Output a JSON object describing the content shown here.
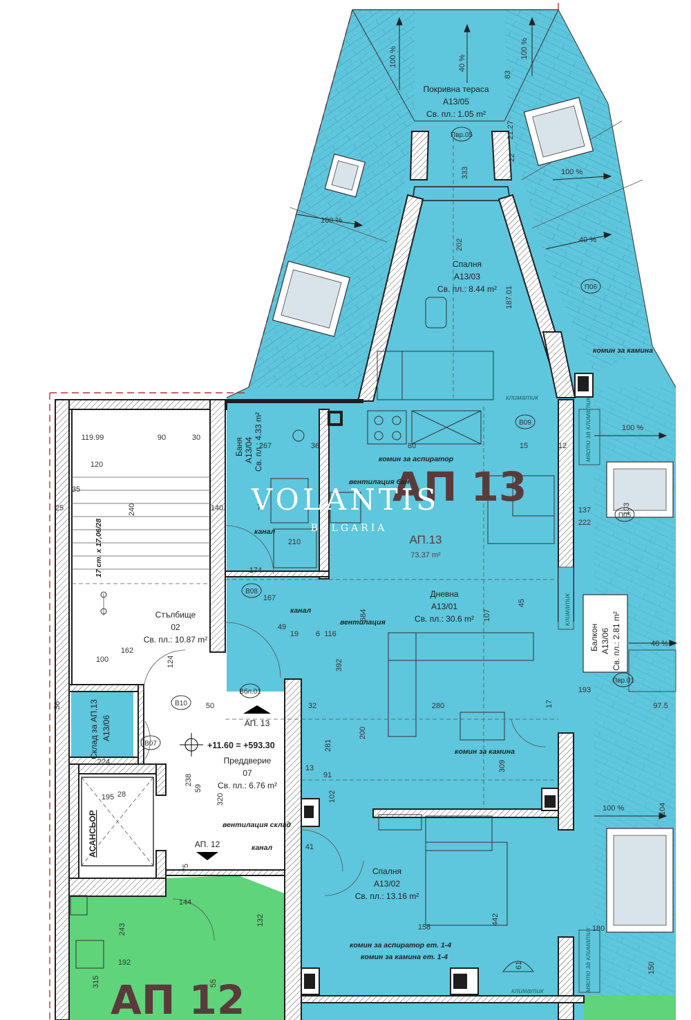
{
  "watermark": {
    "brand": "VOLANTIS",
    "sub": "BULGARIA"
  },
  "apartments": {
    "ap13_big": "АП 13",
    "ap12_big": "АП 12",
    "ap13_label": "АП.13",
    "ap13_area": "73.37 m²",
    "ap13_marker": "АП. 13",
    "ap12_marker": "АП. 12"
  },
  "rooms": {
    "roof_terrace": {
      "name": "Покривна тераса",
      "code": "А13/05",
      "area": "Св. пл.: 1.05 m²"
    },
    "bedroom_a13_03": {
      "name": "Спалня",
      "code": "А13/03",
      "area": "Св. пл.: 8.44 m²"
    },
    "bathroom": {
      "name": "Баня",
      "code": "А13/04",
      "area": "Св. пл.: 4.33 m²"
    },
    "living": {
      "name": "Дневна",
      "code": "А13/01",
      "area": "Св. пл.: 30.6 m²"
    },
    "balcony": {
      "name": "Балкон",
      "code": "А13/06",
      "area": "Св. пл.: 2.81 m²"
    },
    "staircase": {
      "name": "Стълбище",
      "code": "02",
      "area": "Св. пл.: 10.87 m²"
    },
    "storage": {
      "name": "Склад за АП.13",
      "code": "А13/06"
    },
    "hall": {
      "name": "Преддверие",
      "code": "07",
      "area": "Св. пл.: 6.76 m²"
    },
    "elevator": {
      "name": "АСАНСЬОР"
    },
    "bedroom_a13_02": {
      "name": "Спалня",
      "code": "А13/02",
      "area": "Св. пл.: 13.16 m²"
    }
  },
  "level": "+11.60 = +593.30",
  "stairs_note": "17 ст. х 17,06/28",
  "annotations": {
    "chimney_fireplace": "комин за камина",
    "chimney_hood": "комин за аспиратор",
    "ventilation": "вентилация",
    "ventilation_storage": "вентилация склад",
    "channel": "канал",
    "air_conditioner": "климатик",
    "ac_place": "място за климатик",
    "chimney_hood_floors": "комин за аспиратор ет. 1-4",
    "chimney_fireplace_floors": "комин за камина ет. 1-4",
    "ventilation_short": "вентилация бан"
  },
  "marks": [
    "Пвр.05",
    "В09",
    "В08",
    "В10",
    "В07",
    "Вбл.01",
    "П05",
    "П06",
    "Пвр.01"
  ],
  "slopes": [
    "100 %",
    "40 %"
  ],
  "dimensions": [
    "119.99",
    "90",
    "30",
    "120",
    "240",
    "224",
    "28",
    "35",
    "25",
    "140",
    "100",
    "124",
    "162",
    "267",
    "80",
    "15",
    "12",
    "36",
    "77",
    "210",
    "174",
    "167",
    "49",
    "19",
    "6",
    "116",
    "684",
    "107",
    "45",
    "392",
    "280",
    "200",
    "281",
    "13",
    "91",
    "309",
    "442",
    "158",
    "180",
    "137",
    "222",
    "193",
    "103",
    "97.5",
    "104",
    "150",
    "195",
    "320",
    "59",
    "238",
    "50",
    "32",
    "41",
    "75",
    "132",
    "243",
    "192",
    "315",
    "55",
    "56",
    "144",
    "202",
    "333",
    "187.01",
    "83",
    "22",
    "21.27",
    "17",
    "102",
    "61"
  ],
  "colors": {
    "ap13": "#5ec6dd",
    "ap12": "#5fd47a",
    "big_label": "#5a3b3b",
    "watermark": "#ffffff"
  }
}
